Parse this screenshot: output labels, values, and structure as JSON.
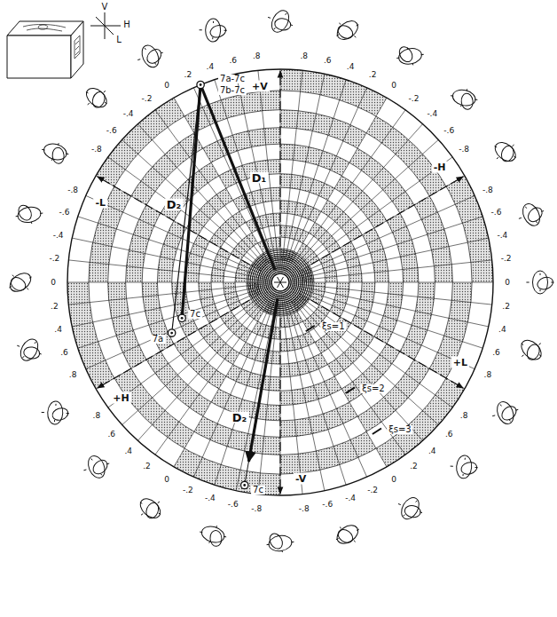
{
  "diagram": {
    "labels": [
      ".8",
      ".6",
      ".4",
      ".2",
      "0",
      "-.2",
      "-.4",
      "-.6",
      "-.8",
      "-.8",
      "-.6",
      "-.4",
      "-.2",
      "0",
      ".2",
      ".4",
      ".6",
      ".8",
      ".8",
      ".6",
      ".4",
      ".2",
      "0",
      "-.2",
      "-.4",
      "-.6",
      "-.8",
      "-.8",
      "-.6",
      "-.4",
      "-.2",
      "0",
      ".2",
      ".4",
      ".6",
      ".8",
      ".8",
      ".6",
      ".4",
      ".2",
      "0",
      "-.2",
      "-.4",
      "-.6",
      "-.8",
      "-.8",
      "-.6",
      "-.4",
      "-.2",
      "0",
      ".2",
      ".4",
      ".6",
      ".8",
      "+V",
      "-H",
      "+L",
      "-V",
      "+H",
      "-L",
      "V",
      "H",
      "L",
      "7a-7c",
      "7b-7c",
      "D₁",
      "D₂",
      "7c",
      "7a",
      "ξs=1",
      "ξs=2",
      "ξs=3",
      "D₂",
      "7c"
    ]
  }
}
